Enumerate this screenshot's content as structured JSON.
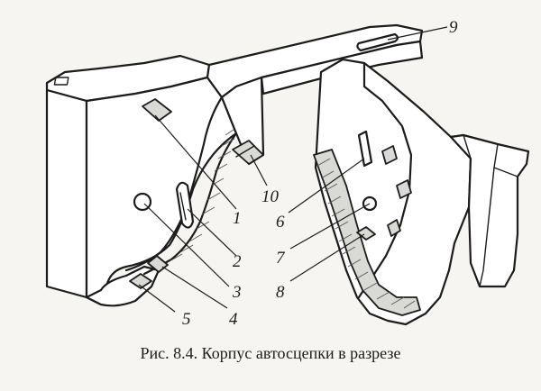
{
  "figure": {
    "caption": "Рис. 8.4. Корпус автосцепки в разрезе",
    "labels": [
      "1",
      "2",
      "3",
      "4",
      "5",
      "6",
      "7",
      "8",
      "9",
      "10"
    ]
  }
}
